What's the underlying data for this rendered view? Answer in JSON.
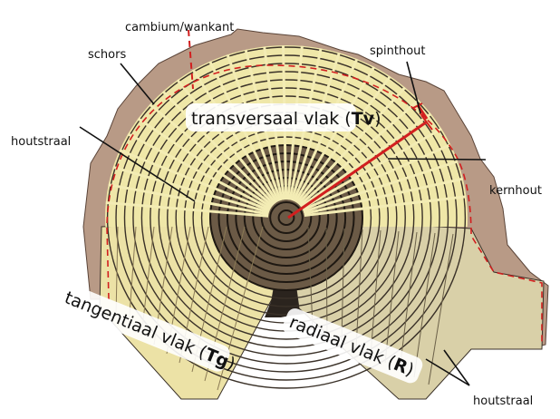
{
  "labels": {
    "cambium": "cambium/wankant",
    "schors": "schors",
    "spinthout": "spinthout",
    "houtstraal_top": "houtstraal",
    "kernhout": "kernhout",
    "houtstraal_bottom": "houtstraal"
  },
  "planes": {
    "transversal": {
      "text": "transversaal vlak (",
      "abbr": "Tv",
      "close": ")"
    },
    "tangential": {
      "text": "tangentiaal vlak (",
      "abbr": "Tg",
      "close": ")"
    },
    "radial": {
      "text": "radiaal vlak (",
      "abbr": "R",
      "close": ")"
    }
  },
  "colors": {
    "bark": "#b89a86",
    "wood": "#efe7a8",
    "ring": "#3a3128",
    "marker": "#d21f1f"
  }
}
